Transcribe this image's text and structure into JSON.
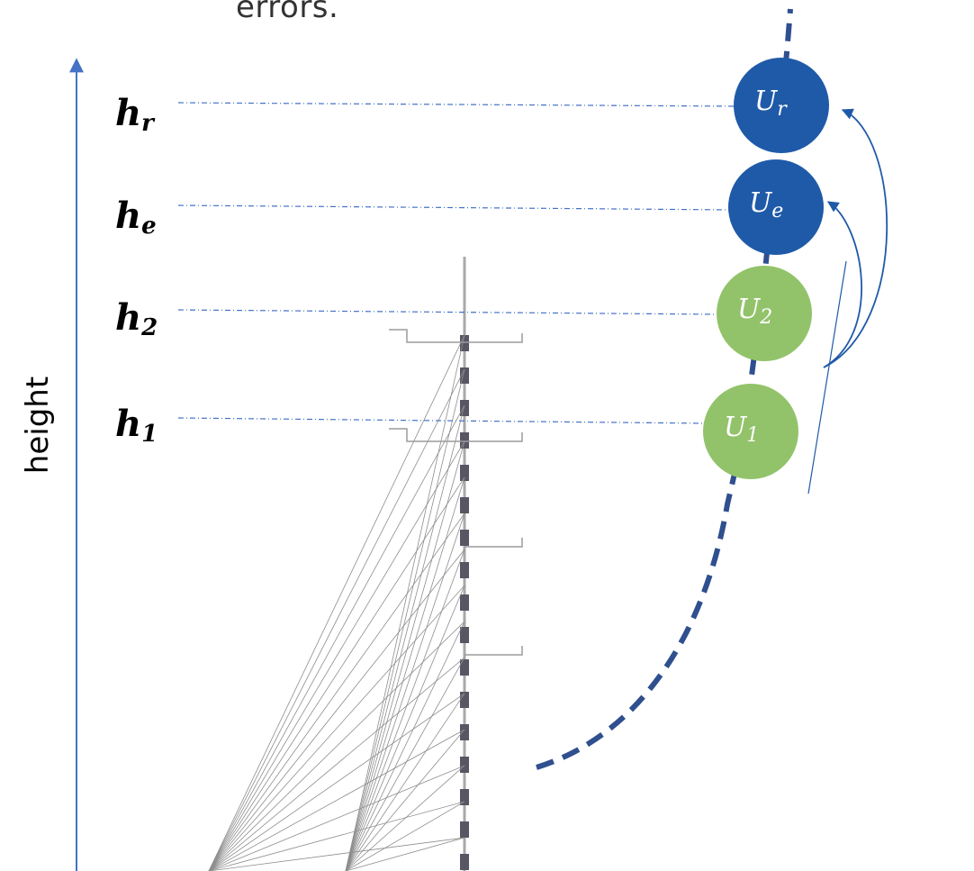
{
  "header_fragment": "errors.",
  "axis": {
    "label": "height",
    "color": "#4472c4"
  },
  "heights": [
    {
      "id": "r",
      "symbol": "h",
      "sub": "r",
      "node_symbol": "U",
      "node_sub": "r",
      "node_color": "#1f5aa8"
    },
    {
      "id": "e",
      "symbol": "h",
      "sub": "e",
      "node_symbol": "U",
      "node_sub": "e",
      "node_color": "#1f5aa8"
    },
    {
      "id": "2",
      "symbol": "h",
      "sub": "2",
      "node_symbol": "U",
      "node_sub": "2",
      "node_color": "#92c36a"
    },
    {
      "id": "1",
      "symbol": "h",
      "sub": "1",
      "node_symbol": "U",
      "node_sub": "1",
      "node_color": "#92c36a"
    }
  ],
  "colors": {
    "profile": "#2f4f8f",
    "guide": "#4472c4",
    "arrow": "#1f5aa8",
    "tower": "#444444"
  }
}
